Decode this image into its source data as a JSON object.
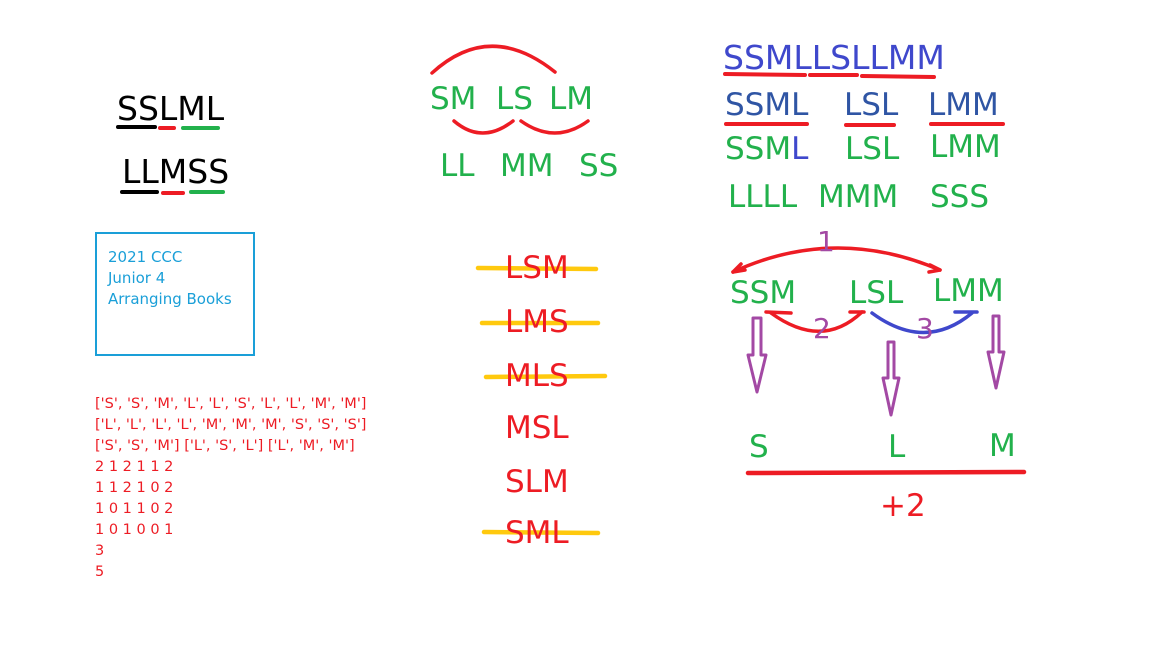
{
  "left": {
    "example1": "SSLML",
    "example2": "LLMSS"
  },
  "box": {
    "line1": "2021 CCC",
    "line2": "Junior 4",
    "line3": "Arranging Books"
  },
  "console": [
    "['S', 'S', 'M', 'L', 'L', 'S', 'L', 'L', 'M', 'M']",
    "['L', 'L', 'L', 'L', 'M', 'M', 'M', 'S', 'S', 'S']",
    "['S', 'S', 'M'] ['L', 'S', 'L'] ['L', 'M', 'M']",
    "2 1 2 1 1 2",
    "1 1 2 1 0 2",
    "1 0 1 1 0 2",
    "1 0 1 0 0 1",
    "3",
    "5"
  ],
  "middle": {
    "pair1": "SM",
    "pair2": "LS",
    "pair3": "LM",
    "same1": "LL",
    "same2": "MM",
    "same3": "SS",
    "perms": [
      {
        "text": "LSM",
        "crossed": true
      },
      {
        "text": "LMS",
        "crossed": true
      },
      {
        "text": "MLS",
        "crossed": true
      },
      {
        "text": "MSL",
        "crossed": false
      },
      {
        "text": "SLM",
        "crossed": false
      },
      {
        "text": "SML",
        "crossed": true
      }
    ]
  },
  "right": {
    "full": "SSMLLSLLMM",
    "part1": "SSML",
    "part2": "LSL",
    "part3": "LMM",
    "g1_main": "SSM",
    "g1_end": "L",
    "g2": "LSL",
    "g3": "LMM",
    "target1": "LLLL",
    "target2": "MMM",
    "target3": "SSS",
    "s1": "SSM",
    "s2": "LSL",
    "s3": "LMM",
    "swap1": "1",
    "swap2": "2",
    "swap3": "3",
    "r1": "S",
    "r2": "L",
    "r3": "M",
    "plus": "+2"
  },
  "colors": {
    "red": "#ed1c24",
    "green": "#22b14c",
    "blue": "#3f48cc",
    "purple": "#a349a4",
    "yellow": "#ffc90e",
    "cyan": "#1a9fd8"
  }
}
